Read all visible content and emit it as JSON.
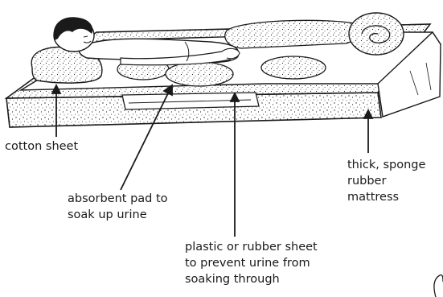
{
  "labels": {
    "cotton_sheet": "cotton sheet",
    "absorbent_pad": "absorbent pad to\nsoak up urine",
    "plastic_sheet": "plastic or rubber sheet\nto prevent urine from\nsoaking through",
    "mattress": "thick, sponge\nrubber\nmattress"
  },
  "colors": {
    "ink": "#1a1a1a",
    "paper": "#ffffff"
  }
}
